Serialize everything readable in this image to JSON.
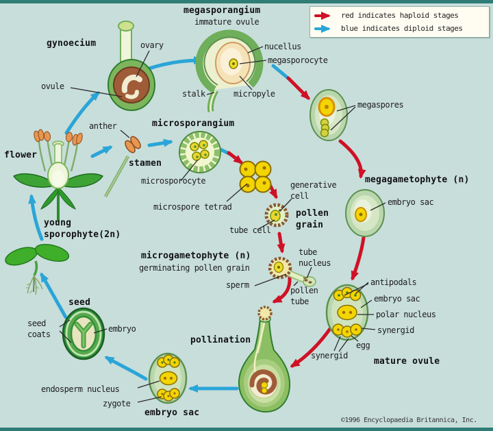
{
  "legend": {
    "red_label": "red indicates haploid stages",
    "blue_label": "blue indicates diploid stages"
  },
  "copyright": "©1996 Encyclopaedia Britannica, Inc.",
  "colors": {
    "bg": "#c8dedb",
    "edge": "#2f7d76",
    "legend_bg": "#fffdf2",
    "arrow_red": "#cf1126",
    "arrow_blue": "#2aa5d8",
    "ink": "#1c1c1c",
    "leader": "#2b2b2b",
    "green_dark": "#2e7d2e",
    "green_mid": "#6fae5a",
    "green_light": "#c9e2b8",
    "green_pale": "#eef5da",
    "cream": "#f3ecd0",
    "peach": "#f5e3b8",
    "yellow": "#f3d503",
    "olive": "#8a7a00",
    "orange": "#e8974f",
    "brown": "#a05c38",
    "brown_dark": "#6b3c20",
    "seed_green": "#2f8f3a"
  },
  "labels": {
    "megasporangium": "megasporangium",
    "immature_ovule": "immature ovule",
    "gynoecium": "gynoecium",
    "ovary": "ovary",
    "ovule": "ovule",
    "nucellus": "nucellus",
    "megasporocyte": "megasporocyte",
    "stalk": "stalk",
    "micropyle": "micropyle",
    "megaspores": "megaspores",
    "megagametophyte": "megagametophyte (n)",
    "embryo_sac_right": "embryo sac",
    "flower": "flower",
    "anther": "anther",
    "stamen": "stamen",
    "microsporangium": "microsporangium",
    "microsporocyte": "microsporocyte",
    "microspore_tetrad": "microspore tetrad",
    "generative_cell": "generative cell",
    "pollen_grain": "pollen grain",
    "tube_cell": "tube cell",
    "microgametophyte": "microgametophyte (n)",
    "germinating_pollen_grain": "germinating pollen grain",
    "sperm": "sperm",
    "tube_nucleus": "tube nucleus",
    "pollen_tube": "pollen tube",
    "antipodals": "antipodals",
    "embryo_sac_mature": "embryo sac",
    "polar_nucleus": "polar nucleus",
    "synergid_right": "synergid",
    "egg": "egg",
    "synergid_left": "synergid",
    "mature_ovule": "mature ovule",
    "pollination": "pollination",
    "endosperm_nucleus": "endosperm nucleus",
    "zygote": "zygote",
    "embryo_sac_bottom": "embryo sac",
    "seed": "seed",
    "seed_coats": "seed coats",
    "embryo": "embryo",
    "young_sporophyte": "young sporophyte(2n)"
  }
}
